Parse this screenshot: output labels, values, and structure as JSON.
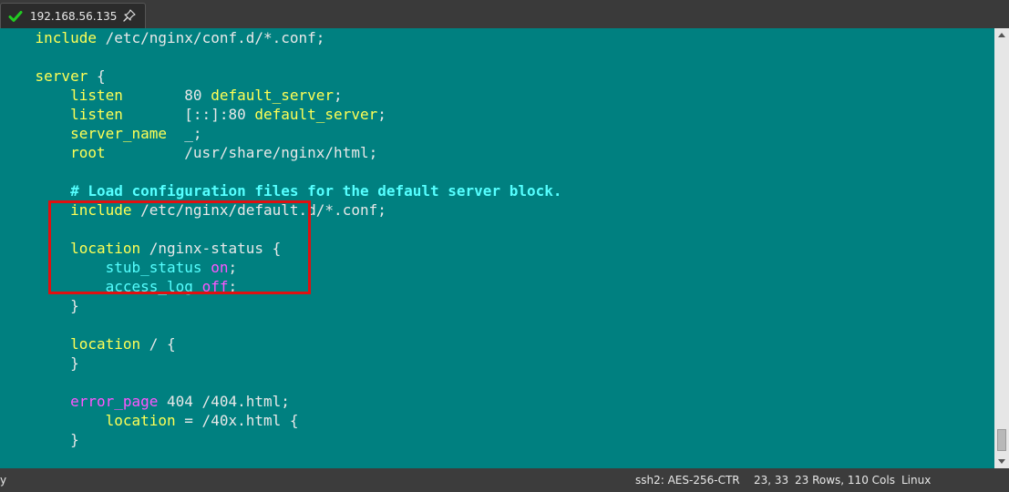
{
  "tab": {
    "host": "192.168.56.135",
    "status_icon": "green-check-icon",
    "pin_icon": "pin-icon"
  },
  "terminal": {
    "lines": [
      [
        {
          "t": "    ",
          "c": ""
        },
        {
          "t": "include",
          "c": "kw"
        },
        {
          "t": " /etc/nginx/conf.d/*.conf;",
          "c": ""
        }
      ],
      [],
      [
        {
          "t": "    ",
          "c": ""
        },
        {
          "t": "server",
          "c": "kw"
        },
        {
          "t": " {",
          "c": ""
        }
      ],
      [
        {
          "t": "        ",
          "c": ""
        },
        {
          "t": "listen",
          "c": "kw"
        },
        {
          "t": "       80 ",
          "c": ""
        },
        {
          "t": "default_server",
          "c": "kw"
        },
        {
          "t": ";",
          "c": ""
        }
      ],
      [
        {
          "t": "        ",
          "c": ""
        },
        {
          "t": "listen",
          "c": "kw"
        },
        {
          "t": "       [::]:80 ",
          "c": ""
        },
        {
          "t": "default_server",
          "c": "kw"
        },
        {
          "t": ";",
          "c": ""
        }
      ],
      [
        {
          "t": "        ",
          "c": ""
        },
        {
          "t": "server_name",
          "c": "kw"
        },
        {
          "t": "  _;",
          "c": ""
        }
      ],
      [
        {
          "t": "        ",
          "c": ""
        },
        {
          "t": "root",
          "c": "kw"
        },
        {
          "t": "         /usr/share/nginx/html;",
          "c": ""
        }
      ],
      [],
      [
        {
          "t": "        ",
          "c": ""
        },
        {
          "t": "# Load configuration files for the default server block.",
          "c": "cm"
        }
      ],
      [
        {
          "t": "        ",
          "c": ""
        },
        {
          "t": "include",
          "c": "kw"
        },
        {
          "t": " /etc/nginx/default.d/*.conf;",
          "c": ""
        }
      ],
      [],
      [
        {
          "t": "        ",
          "c": ""
        },
        {
          "t": "location",
          "c": "kw"
        },
        {
          "t": " /nginx-status {",
          "c": ""
        }
      ],
      [
        {
          "t": "            ",
          "c": ""
        },
        {
          "t": "stub_status",
          "c": "st"
        },
        {
          "t": " ",
          "c": ""
        },
        {
          "t": "on",
          "c": "pk"
        },
        {
          "t": ";",
          "c": ""
        }
      ],
      [
        {
          "t": "            ",
          "c": ""
        },
        {
          "t": "access_log",
          "c": "st"
        },
        {
          "t": " ",
          "c": ""
        },
        {
          "t": "off",
          "c": "pk"
        },
        {
          "t": ";",
          "c": ""
        }
      ],
      [
        {
          "t": "        }",
          "c": ""
        }
      ],
      [],
      [
        {
          "t": "        ",
          "c": ""
        },
        {
          "t": "location",
          "c": "kw"
        },
        {
          "t": " / {",
          "c": ""
        }
      ],
      [
        {
          "t": "        }",
          "c": ""
        }
      ],
      [],
      [
        {
          "t": "        ",
          "c": ""
        },
        {
          "t": "error_page",
          "c": "pk"
        },
        {
          "t": " 404 /404.html;",
          "c": ""
        }
      ],
      [
        {
          "t": "            ",
          "c": ""
        },
        {
          "t": "location",
          "c": "kw"
        },
        {
          "t": " = /40x.html {",
          "c": ""
        }
      ],
      [
        {
          "t": "        }",
          "c": ""
        }
      ]
    ]
  },
  "colors": {
    "background": "#008080",
    "keyword": "#ffff55",
    "comment": "#55ffff",
    "directive": "#55ffff",
    "value": "#ff55ff",
    "text": "#e8e8e8",
    "highlight_border": "#e01010"
  },
  "statusbar": {
    "left": "y",
    "cipher": "ssh2: AES-256-CTR",
    "cursor": "23, 33",
    "size": "23 Rows, 110 Cols",
    "os": "Linux"
  }
}
